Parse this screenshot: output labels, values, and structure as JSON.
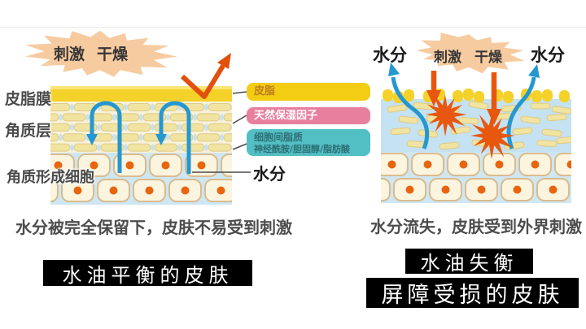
{
  "left_panel": {
    "burst_words": [
      "刺激",
      "干燥"
    ],
    "layer_labels": {
      "sebum_film": "皮脂膜",
      "stratum_corneum": "角质层",
      "keratinocyte": "角质形成细胞"
    },
    "legend": {
      "sebum": "皮脂",
      "nmf": "天然保湿因子",
      "lipid_title": "细胞间脂质",
      "lipid_sub": "神经酰胺/胆固醇/脂肪酸",
      "moisture": "水分"
    },
    "caption": "水分被完全保留下，皮肤不易受到刺激",
    "title": "水油平衡的皮肤"
  },
  "right_panel": {
    "moisture_left": "水分",
    "burst_words": [
      "刺激",
      "干燥"
    ],
    "moisture_right": "水分",
    "caption": "水分流失，皮肤受到外界刺激",
    "title_line1": "水油失衡",
    "title_line2": "屏障受损的皮肤"
  },
  "colors": {
    "burst_fill": "#f6cba0",
    "sebum_yellow": "#f5d22a",
    "brick_yellow": "#f1e3a0",
    "legend_yellow": "#f2cd13",
    "legend_pink": "#e87f9e",
    "legend_teal": "#52bfc5",
    "cell_cream": "#fbf4de",
    "cell_dot_orange": "#e8650f",
    "arrow_orange": "#e2500b",
    "arrow_blue": "#2597d1",
    "skin_blue_bg": "#c5e2f2",
    "title_bg": "#000000",
    "title_text": "#ffffff"
  }
}
